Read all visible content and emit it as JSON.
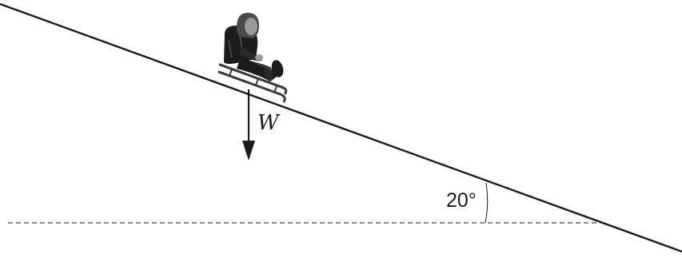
{
  "diagram": {
    "force_label": "W",
    "angle_label": "20°",
    "incline_angle_deg": 20,
    "colors": {
      "line": "#1a1a1a",
      "figure_dark": "#1c1c1c",
      "figure_mid": "#4a4a4a",
      "figure_light": "#9a9a9a",
      "sled": "#3a3a3a"
    }
  }
}
